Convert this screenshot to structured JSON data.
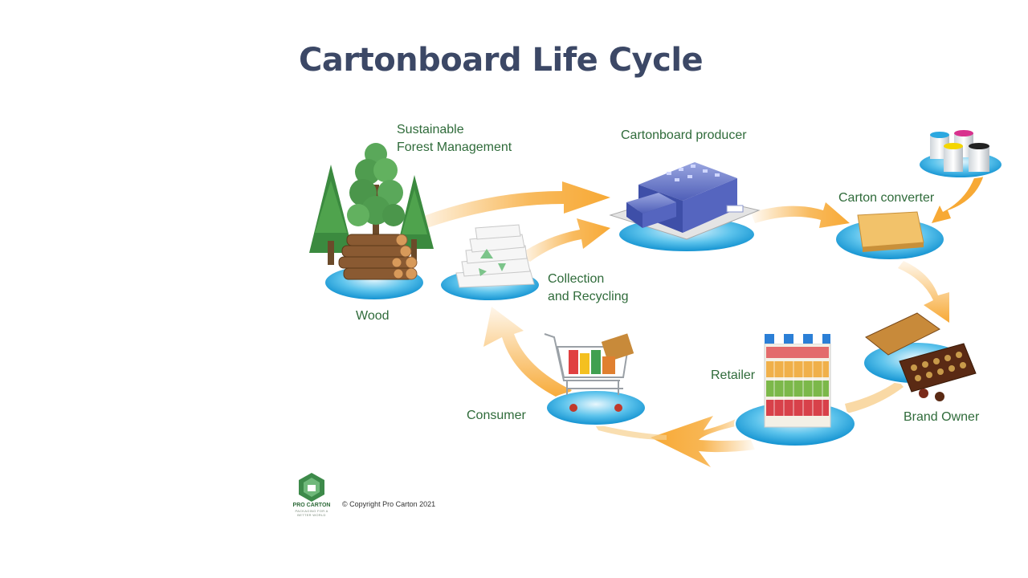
{
  "title": "Cartonboard Life Cycle",
  "stages": {
    "sustainable_forest": [
      "Sustainable",
      "Forest Management"
    ],
    "wood": "Wood",
    "collection": [
      "Collection",
      "and Recycling"
    ],
    "cartonboard_producer": "Cartonboard producer",
    "carton_converter": "Carton converter",
    "brand_owner": "Brand Owner",
    "retailer": "Retailer",
    "consumer": "Consumer"
  },
  "footer": {
    "logo_name": "PRO CARTON",
    "logo_tagline": "PACKAGING FOR A BETTER WORLD",
    "copyright": "© Copyright Pro Carton 2021"
  },
  "colors": {
    "title": "#3c4866",
    "label": "#2f6b3a",
    "arrow": "#f7a935",
    "disc": "#1aa3df",
    "logo": "#3d8a4a"
  },
  "icons": [
    "trees-logs-icon",
    "recycled-paper-icon",
    "factory-icon",
    "ink-pots-icon",
    "carton-sheet-icon",
    "chocolate-box-icon",
    "retail-shelf-icon",
    "shopping-cart-icon",
    "pro-carton-logo-icon"
  ]
}
